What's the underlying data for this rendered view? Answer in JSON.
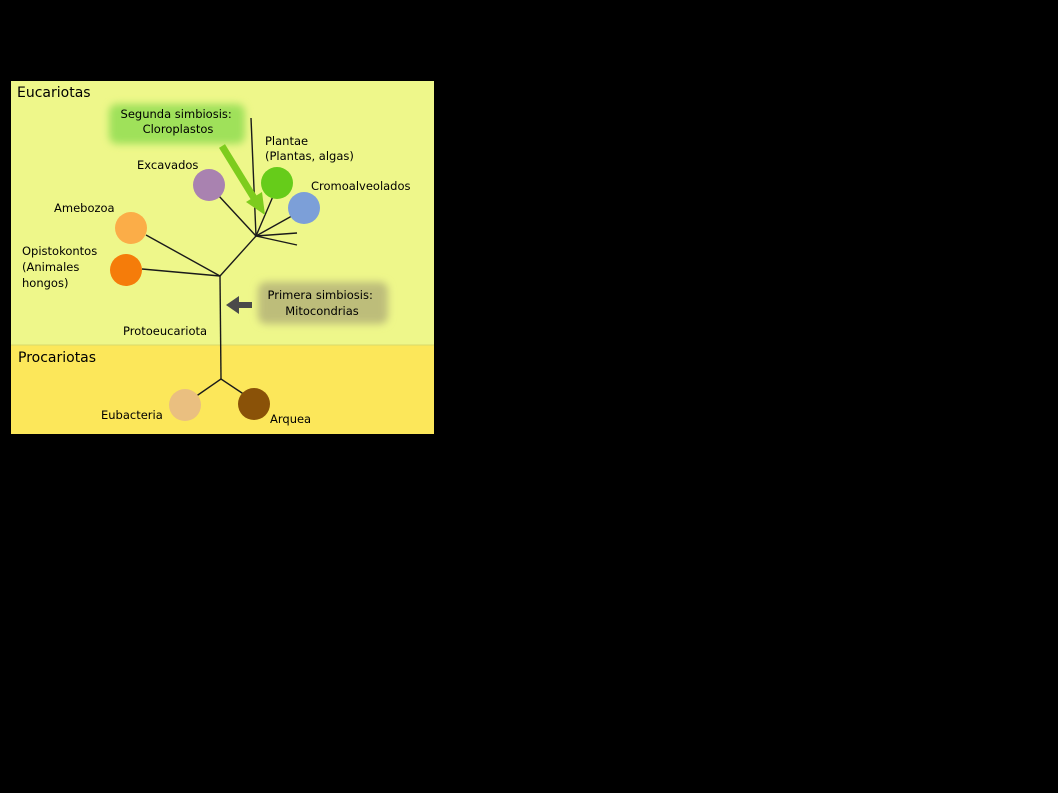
{
  "colors": {
    "page_bg": "#000000",
    "eukaryote_bg": "#eef78a",
    "prokaryote_bg": "#fce75a",
    "branch": "#1a1a1a",
    "chloroplast_arrow": "#7dcc1e",
    "chloroplast_glow": "#9fe15a",
    "mito_arrow": "#4a4a4a",
    "mito_glow": "#bdbd7a"
  },
  "regions": {
    "eukaryotes": "Eucariotas",
    "prokaryotes": "Procariotas"
  },
  "nodes": {
    "excavados": {
      "label": [
        "Excavados"
      ],
      "color": "#a982b0"
    },
    "plantae": {
      "label": [
        "Plantae",
        "(Plantas, algas)"
      ],
      "color": "#66cc1a"
    },
    "cromoalveolados": {
      "label": [
        "Cromoalveolados"
      ],
      "color": "#7c9fd8"
    },
    "amebozoa": {
      "label": [
        "Amebozoa"
      ],
      "color": "#fbad48"
    },
    "opistokontos": {
      "label": [
        "Opistokontos",
        "(Animales",
        "hongos)"
      ],
      "color": "#f57c0a"
    },
    "eubacteria": {
      "label": [
        "Eubacteria"
      ],
      "color": "#eabf80"
    },
    "arquea": {
      "label": [
        "Arquea"
      ],
      "color": "#8a5208"
    }
  },
  "root_label": "Protoeucariota",
  "callouts": {
    "second_symbiosis": [
      "Segunda simbiosis:",
      "Cloroplastos"
    ],
    "first_symbiosis": [
      "Primera simbiosis:",
      "Mitocondrias"
    ]
  }
}
